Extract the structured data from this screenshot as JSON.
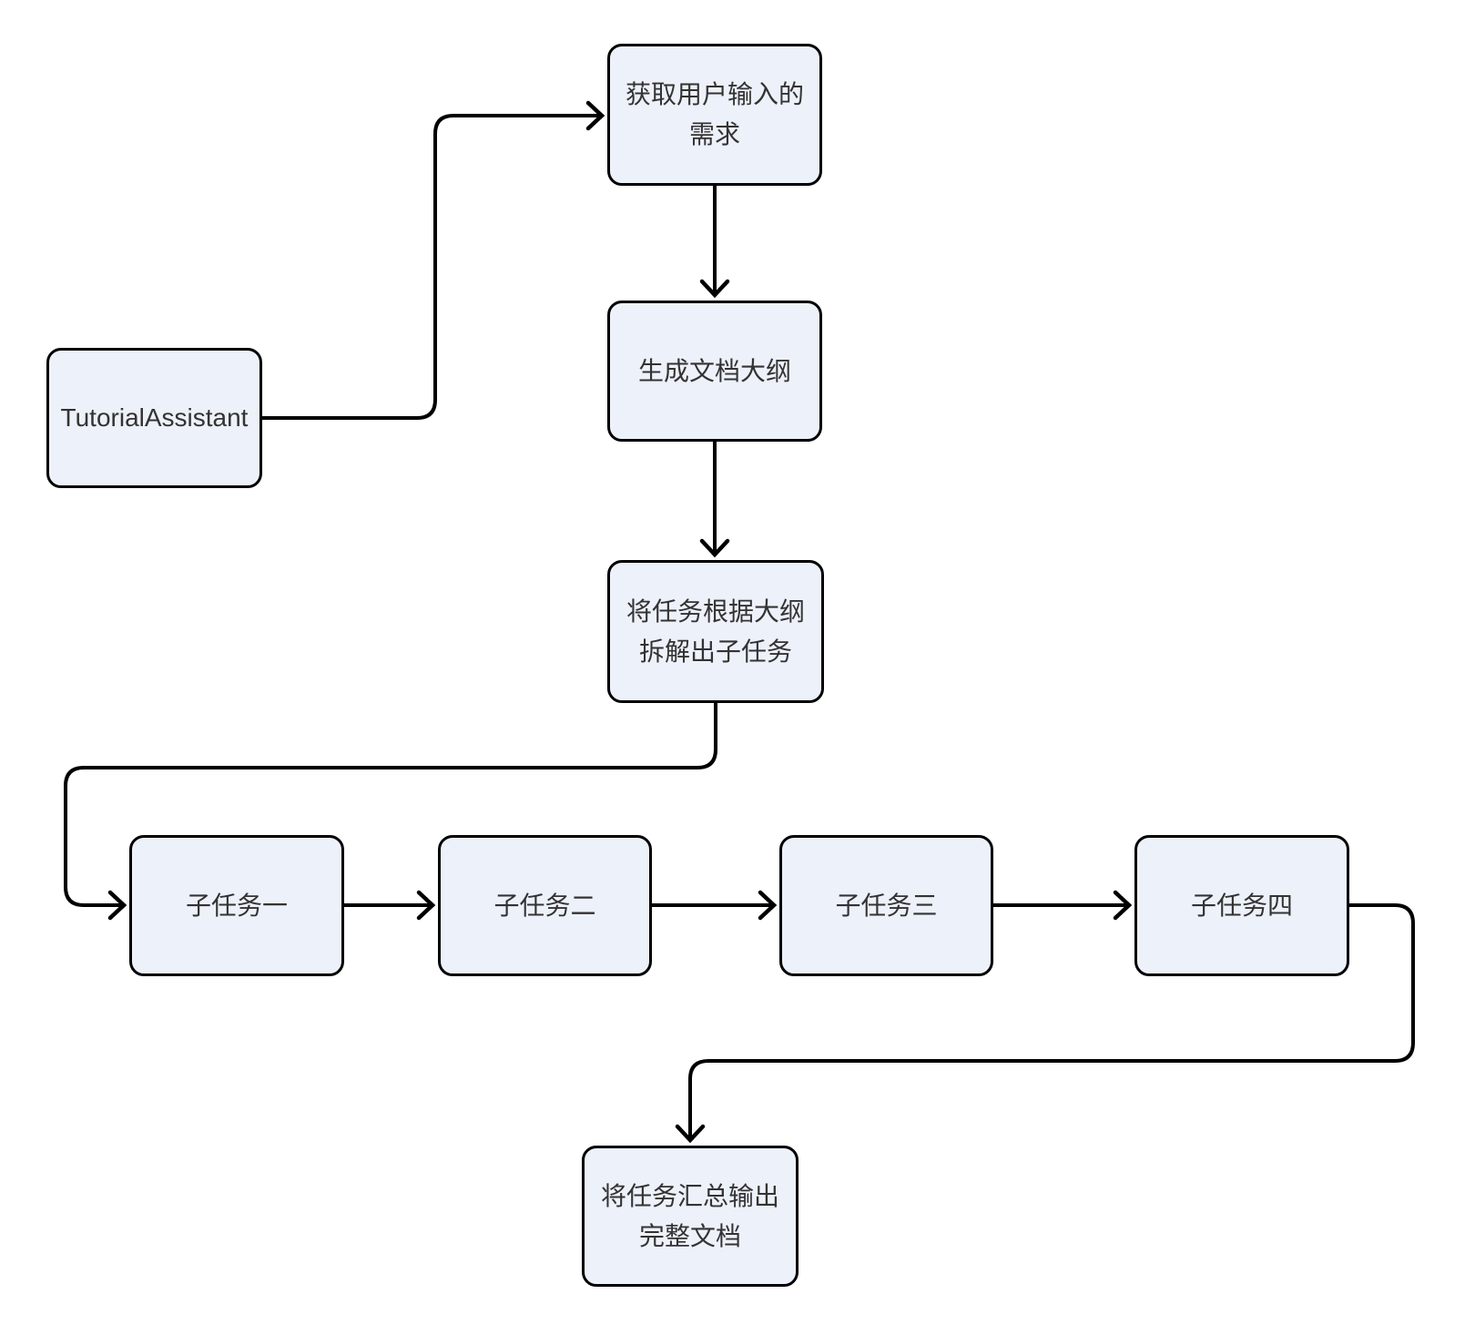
{
  "diagram_type": "flowchart",
  "colors": {
    "background": "#ffffff",
    "node_fill": "#edf1fa",
    "node_border": "#000000",
    "edge_stroke": "#000000",
    "text": "#333333"
  },
  "nodes": {
    "tutorial": {
      "label": "TutorialAssistant"
    },
    "get_input": {
      "label": "获取用户输入的需求"
    },
    "outline": {
      "label": "生成文档大纲"
    },
    "split": {
      "label": "将任务根据大纲拆解出子任务"
    },
    "sub1": {
      "label": "子任务一"
    },
    "sub2": {
      "label": "子任务二"
    },
    "sub3": {
      "label": "子任务三"
    },
    "sub4": {
      "label": "子任务四"
    },
    "merge": {
      "label": "将任务汇总输出完整文档"
    }
  },
  "edges": [
    {
      "from": "tutorial",
      "to": "get_input"
    },
    {
      "from": "get_input",
      "to": "outline"
    },
    {
      "from": "outline",
      "to": "split"
    },
    {
      "from": "split",
      "to": "sub1"
    },
    {
      "from": "sub1",
      "to": "sub2"
    },
    {
      "from": "sub2",
      "to": "sub3"
    },
    {
      "from": "sub3",
      "to": "sub4"
    },
    {
      "from": "sub4",
      "to": "merge"
    }
  ]
}
